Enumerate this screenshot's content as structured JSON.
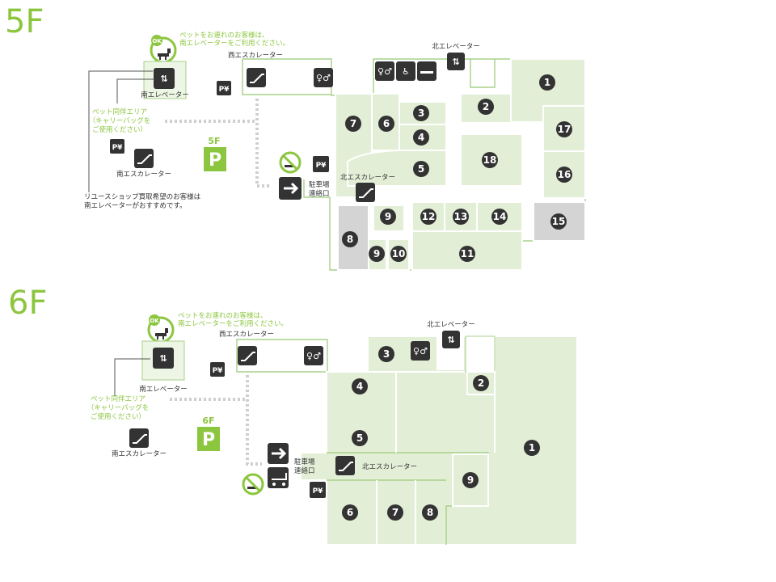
{
  "floors": [
    {
      "id": "5f",
      "title": "5F",
      "pet_notice": [
        "ペットをお連れのお客様は、",
        "南エレベーターをご利用ください。"
      ],
      "pet_ok_badge": "OK",
      "pet_area": [
        "ペット同伴エリア",
        "（キャリーバッグを",
        "ご使用ください）"
      ],
      "south_elevator": "南エレベーター",
      "south_escalator": "南エスカレーター",
      "west_escalator": "西エスカレーター",
      "north_elevator": "北エレベーター",
      "north_escalator": "北エスカレーター",
      "parking_floor": "5F",
      "parking_symbol": "P",
      "parking_pay_symbol": "P¥",
      "parking_link": [
        "駐車場",
        "連絡口"
      ],
      "reuse_note": [
        "リユースショップ買取希望のお客様は",
        "南エレベーターがおすすめです。"
      ],
      "shops": [
        "1",
        "2",
        "3",
        "4",
        "5",
        "6",
        "7",
        "8",
        "9",
        "9",
        "10",
        "11",
        "12",
        "13",
        "14",
        "15",
        "16",
        "17",
        "18"
      ]
    },
    {
      "id": "6f",
      "title": "6F",
      "pet_notice": [
        "ペットをお連れのお客様は、",
        "南エレベーターをご利用ください。"
      ],
      "pet_ok_badge": "OK",
      "pet_area": [
        "ペット同伴エリア",
        "（キャリーバッグを",
        "ご使用ください）"
      ],
      "south_elevator": "南エレベーター",
      "south_escalator": "南エスカレーター",
      "west_escalator": "西エスカレーター",
      "north_elevator": "北エレベーター",
      "north_escalator": "北エスカレーター",
      "parking_floor": "6F",
      "parking_symbol": "P",
      "parking_pay_symbol": "P¥",
      "parking_link": [
        "駐車場",
        "連絡口"
      ],
      "shops": [
        "1",
        "2",
        "3",
        "4",
        "5",
        "6",
        "7",
        "8",
        "9"
      ]
    }
  ],
  "icons": {
    "restroom": "restroom-icon",
    "accessible_restroom": "accessible-restroom-icon",
    "smoking": "smoking-area-icon",
    "elevator": "elevator-icon",
    "escalator": "escalator-icon",
    "pet_allowed": "pet-allowed-icon",
    "no_pets": "no-pets-icon",
    "arrow": "arrow-right-icon",
    "stroller": "stroller-icon",
    "parking_pay": "parking-payment-icon",
    "parking": "parking-icon"
  },
  "colors": {
    "accent": "#8cc63f",
    "shop_fill": "#e2efd6",
    "outline": "#a7d08a",
    "reserved": "#d4d4d4",
    "marker": "#333333"
  }
}
